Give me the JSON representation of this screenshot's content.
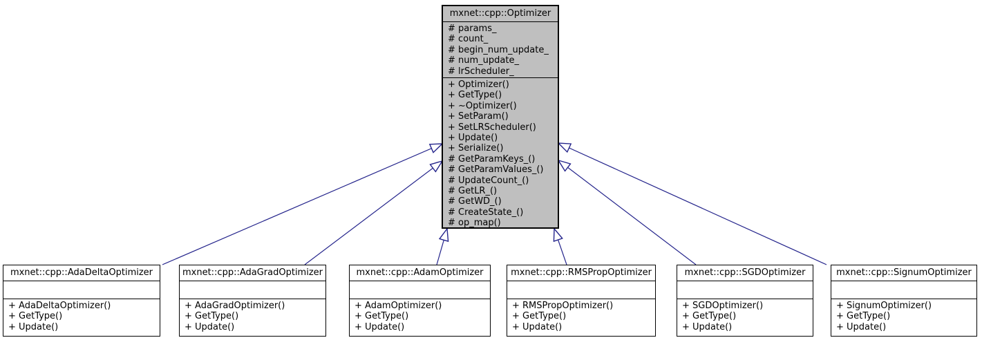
{
  "diagram": {
    "kind": "uml-class-inheritance",
    "arrow_color": "#23238b",
    "base_fill": "#bfbfbf",
    "derived_fill": "#ffffff",
    "relationships": [
      {
        "from": "mxnet::cpp::AdaDeltaOptimizer",
        "to": "mxnet::cpp::Optimizer",
        "type": "inheritance"
      },
      {
        "from": "mxnet::cpp::AdaGradOptimizer",
        "to": "mxnet::cpp::Optimizer",
        "type": "inheritance"
      },
      {
        "from": "mxnet::cpp::AdamOptimizer",
        "to": "mxnet::cpp::Optimizer",
        "type": "inheritance"
      },
      {
        "from": "mxnet::cpp::RMSPropOptimizer",
        "to": "mxnet::cpp::Optimizer",
        "type": "inheritance"
      },
      {
        "from": "mxnet::cpp::SGDOptimizer",
        "to": "mxnet::cpp::Optimizer",
        "type": "inheritance"
      },
      {
        "from": "mxnet::cpp::SignumOptimizer",
        "to": "mxnet::cpp::Optimizer",
        "type": "inheritance"
      }
    ]
  },
  "base_class": {
    "title": "mxnet::cpp::Optimizer",
    "attributes": [
      "# params_",
      "# count_",
      "# begin_num_update_",
      "# num_update_",
      "# lrScheduler_"
    ],
    "methods": [
      "+ Optimizer()",
      "+ GetType()",
      "+ ~Optimizer()",
      "+ SetParam()",
      "+ SetLRScheduler()",
      "+ Update()",
      "+ Serialize()",
      "# GetParamKeys_()",
      "# GetParamValues_()",
      "# UpdateCount_()",
      "# GetLR_()",
      "# GetWD_()",
      "# CreateState_()",
      "# op_map()"
    ]
  },
  "derived_classes": [
    {
      "title": "mxnet::cpp::AdaDeltaOptimizer",
      "attributes": [],
      "methods": [
        "+ AdaDeltaOptimizer()",
        "+ GetType()",
        "+ Update()"
      ]
    },
    {
      "title": "mxnet::cpp::AdaGradOptimizer",
      "attributes": [],
      "methods": [
        "+ AdaGradOptimizer()",
        "+ GetType()",
        "+ Update()"
      ]
    },
    {
      "title": "mxnet::cpp::AdamOptimizer",
      "attributes": [],
      "methods": [
        "+ AdamOptimizer()",
        "+ GetType()",
        "+ Update()"
      ]
    },
    {
      "title": "mxnet::cpp::RMSPropOptimizer",
      "attributes": [],
      "methods": [
        "+ RMSPropOptimizer()",
        "+ GetType()",
        "+ Update()"
      ]
    },
    {
      "title": "mxnet::cpp::SGDOptimizer",
      "attributes": [],
      "methods": [
        "+ SGDOptimizer()",
        "+ GetType()",
        "+ Update()"
      ]
    },
    {
      "title": "mxnet::cpp::SignumOptimizer",
      "attributes": [],
      "methods": [
        "+ SignumOptimizer()",
        "+ GetType()",
        "+ Update()"
      ]
    }
  ]
}
